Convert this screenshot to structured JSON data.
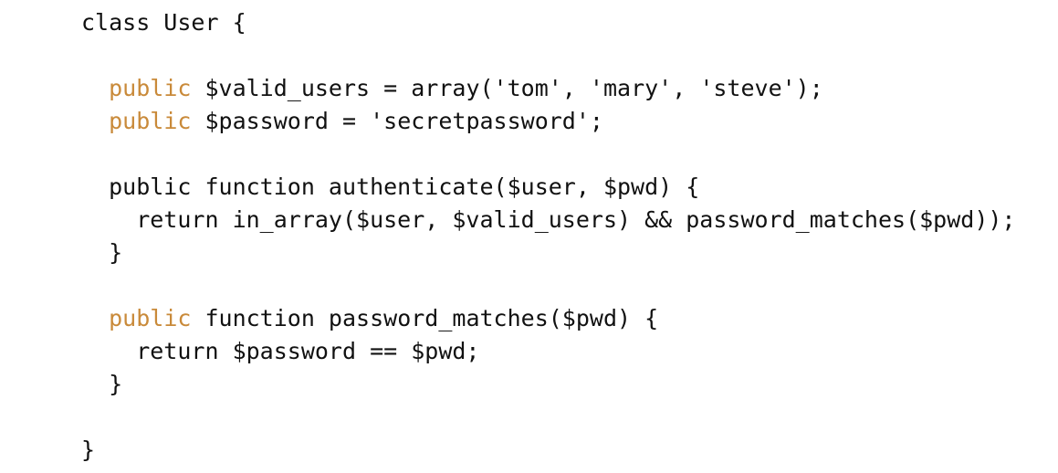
{
  "colors": {
    "text": "#111111",
    "keyword_accent": "#c98a3a",
    "background": "#ffffff"
  },
  "code": {
    "language": "php",
    "lines": [
      {
        "tokens": [
          {
            "text": "class User {",
            "style": "plain"
          }
        ]
      },
      {
        "tokens": []
      },
      {
        "tokens": [
          {
            "text": "  ",
            "style": "plain"
          },
          {
            "text": "public",
            "style": "kw-accent"
          },
          {
            "text": " $valid_users = array('tom', 'mary', 'steve');",
            "style": "plain"
          }
        ]
      },
      {
        "tokens": [
          {
            "text": "  ",
            "style": "plain"
          },
          {
            "text": "public",
            "style": "kw-accent"
          },
          {
            "text": " $password = 'secretpassword';",
            "style": "plain"
          }
        ]
      },
      {
        "tokens": []
      },
      {
        "tokens": [
          {
            "text": "  public function authenticate($user, $pwd) {",
            "style": "plain"
          }
        ]
      },
      {
        "tokens": [
          {
            "text": "    return in_array($user, $valid_users) && password_matches($pwd));",
            "style": "plain"
          }
        ]
      },
      {
        "tokens": [
          {
            "text": "  }",
            "style": "plain"
          }
        ]
      },
      {
        "tokens": []
      },
      {
        "tokens": [
          {
            "text": "  ",
            "style": "plain"
          },
          {
            "text": "public",
            "style": "kw-accent"
          },
          {
            "text": " function password_matches($pwd) {",
            "style": "plain"
          }
        ]
      },
      {
        "tokens": [
          {
            "text": "    return $password == $pwd;",
            "style": "plain"
          }
        ]
      },
      {
        "tokens": [
          {
            "text": "  }",
            "style": "plain"
          }
        ]
      },
      {
        "tokens": []
      },
      {
        "tokens": [
          {
            "text": "}",
            "style": "plain"
          }
        ]
      }
    ]
  }
}
